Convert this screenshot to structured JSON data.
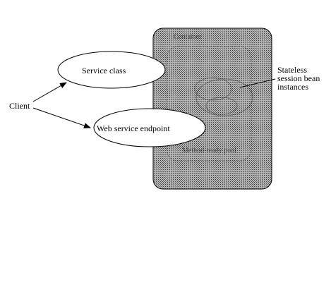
{
  "diagram": {
    "client_label": "Client",
    "service_class_label": "Service class",
    "web_service_endpoint_label": "Web service endpoint",
    "stateless_label_lines": [
      "Stateless",
      "session bean",
      "instances"
    ],
    "container_label": "Container",
    "pool_label": "Method-ready pool"
  },
  "colors": {
    "background": "#ffffff",
    "container_fill": "#8a8a8a",
    "outline": "#000000",
    "ellipse_fill": "#ffffff"
  }
}
